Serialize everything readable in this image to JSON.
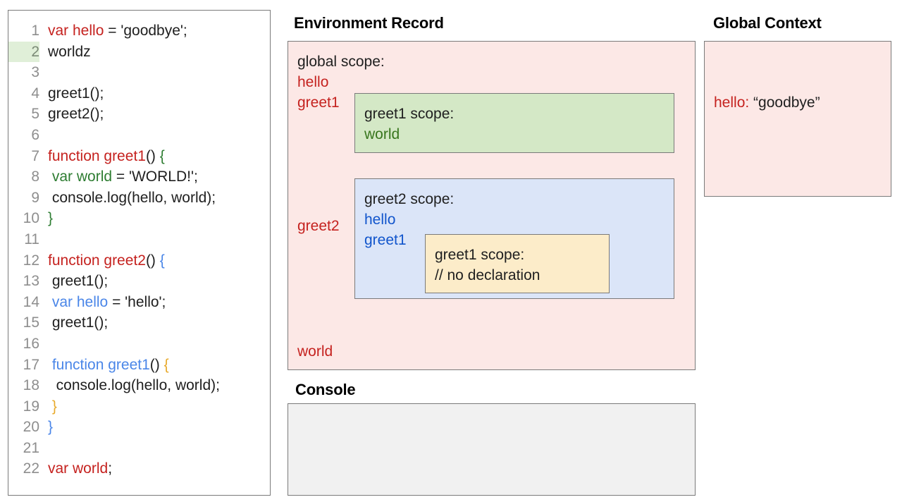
{
  "editor": {
    "lines": [
      {
        "n": "1",
        "highlight": false,
        "tokens": [
          {
            "t": "var hello",
            "c": "red"
          },
          {
            "t": " = 'goodbye';",
            "c": "black"
          }
        ]
      },
      {
        "n": "2",
        "highlight": true,
        "tokens": [
          {
            "t": "worldz",
            "c": "black"
          }
        ]
      },
      {
        "n": "3",
        "highlight": false,
        "tokens": [
          {
            "t": "",
            "c": "black"
          }
        ]
      },
      {
        "n": "4",
        "highlight": false,
        "tokens": [
          {
            "t": "greet1();",
            "c": "black"
          }
        ]
      },
      {
        "n": "5",
        "highlight": false,
        "tokens": [
          {
            "t": "greet2();",
            "c": "black"
          }
        ]
      },
      {
        "n": "6",
        "highlight": false,
        "tokens": [
          {
            "t": "",
            "c": "black"
          }
        ]
      },
      {
        "n": "7",
        "highlight": false,
        "tokens": [
          {
            "t": "function greet1",
            "c": "red"
          },
          {
            "t": "() ",
            "c": "black"
          },
          {
            "t": "{",
            "c": "green"
          }
        ]
      },
      {
        "n": "8",
        "highlight": false,
        "tokens": [
          {
            "t": " ",
            "c": "black"
          },
          {
            "t": "var world",
            "c": "green"
          },
          {
            "t": " = 'WORLD!';",
            "c": "black"
          }
        ]
      },
      {
        "n": "9",
        "highlight": false,
        "tokens": [
          {
            "t": " console.log(hello, world);",
            "c": "black"
          }
        ]
      },
      {
        "n": "10",
        "highlight": false,
        "tokens": [
          {
            "t": "}",
            "c": "green"
          }
        ]
      },
      {
        "n": "11",
        "highlight": false,
        "tokens": [
          {
            "t": "",
            "c": "black"
          }
        ]
      },
      {
        "n": "12",
        "highlight": false,
        "tokens": [
          {
            "t": "function greet2",
            "c": "red"
          },
          {
            "t": "() ",
            "c": "black"
          },
          {
            "t": "{",
            "c": "blue"
          }
        ]
      },
      {
        "n": "13",
        "highlight": false,
        "tokens": [
          {
            "t": " greet1();",
            "c": "black"
          }
        ]
      },
      {
        "n": "14",
        "highlight": false,
        "tokens": [
          {
            "t": " ",
            "c": "black"
          },
          {
            "t": "var hello",
            "c": "blue"
          },
          {
            "t": " = 'hello';",
            "c": "black"
          }
        ]
      },
      {
        "n": "15",
        "highlight": false,
        "tokens": [
          {
            "t": " greet1();",
            "c": "black"
          }
        ]
      },
      {
        "n": "16",
        "highlight": false,
        "tokens": [
          {
            "t": "",
            "c": "black"
          }
        ]
      },
      {
        "n": "17",
        "highlight": false,
        "tokens": [
          {
            "t": " ",
            "c": "black"
          },
          {
            "t": "function greet1",
            "c": "blue"
          },
          {
            "t": "() ",
            "c": "black"
          },
          {
            "t": "{",
            "c": "orange"
          }
        ]
      },
      {
        "n": "18",
        "highlight": false,
        "tokens": [
          {
            "t": "  console.log(hello, world);",
            "c": "black"
          }
        ]
      },
      {
        "n": "19",
        "highlight": false,
        "tokens": [
          {
            "t": " ",
            "c": "black"
          },
          {
            "t": "}",
            "c": "orange"
          }
        ]
      },
      {
        "n": "20",
        "highlight": false,
        "tokens": [
          {
            "t": "}",
            "c": "blue"
          }
        ]
      },
      {
        "n": "21",
        "highlight": false,
        "tokens": [
          {
            "t": "",
            "c": "black"
          }
        ]
      },
      {
        "n": "22",
        "highlight": false,
        "tokens": [
          {
            "t": "var world",
            "c": "red"
          },
          {
            "t": ";",
            "c": "black"
          }
        ]
      }
    ]
  },
  "environment_record": {
    "title": "Environment Record",
    "global_scope": {
      "heading": "global scope:",
      "bindings": [
        "hello",
        "greet1"
      ]
    },
    "outer_labels": {
      "greet2": "greet2",
      "world": "world"
    },
    "greet1_scope": {
      "heading": "greet1 scope:",
      "bindings": [
        "world"
      ]
    },
    "greet2_scope": {
      "heading": "greet2 scope:",
      "bindings": [
        "hello",
        "greet1"
      ]
    },
    "greet1_inner_scope": {
      "heading": "greet1 scope:",
      "note": "// no declaration"
    }
  },
  "global_context": {
    "title": "Global Context",
    "entries": [
      {
        "key": "hello:",
        "value": " “goodbye”"
      }
    ]
  },
  "console": {
    "title": "Console",
    "output": ""
  },
  "colors": {
    "red": "#c5221f",
    "green": "#2e7d32",
    "blue": "#4a86e8",
    "orange": "#e8aa2c",
    "pink_panel": "#fce8e6",
    "green_box": "#d4e8c6",
    "blue_box": "#dbe5f8",
    "yellow_box": "#fcecc9",
    "console_bg": "#f1f1f1",
    "border": "#7a7a7a",
    "line_highlight": "#e0efd8"
  }
}
